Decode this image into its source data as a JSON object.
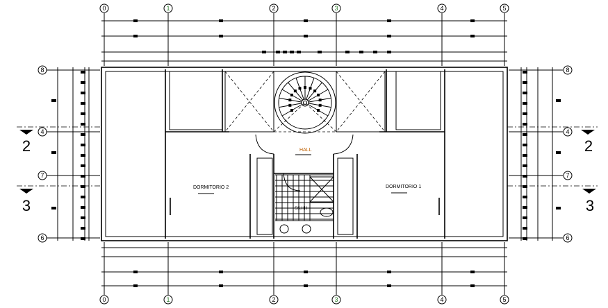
{
  "grid": {
    "columns": [
      "0",
      "1",
      "2",
      "3",
      "4",
      "5"
    ],
    "rows": [
      "8",
      "4",
      "7",
      "6"
    ]
  },
  "sections": [
    "2",
    "3"
  ],
  "rooms": {
    "hall": "HALL",
    "dormitorio2": "DORMITORIO 2",
    "dormitorio1": "DORMITORIO 1",
    "sshh": "SS.HH"
  },
  "colors": {
    "lines": "#000000",
    "hall_label": "#c06000",
    "column_bubble_green": "#2a7a2a"
  }
}
